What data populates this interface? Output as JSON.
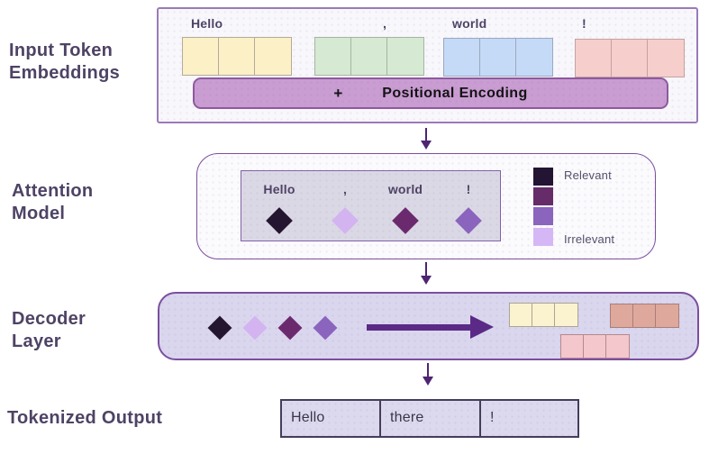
{
  "labels": {
    "input": {
      "line1": "Input Token",
      "line2": "Embeddings"
    },
    "attention": {
      "line1": "Attention",
      "line2": "Model"
    },
    "decoder": {
      "line1": "Decoder",
      "line2": "Layer"
    },
    "output": "Tokenized Output"
  },
  "panels": {
    "input": {
      "fill": "#f8f7fc",
      "border": "#9b7ab8"
    },
    "attention": {
      "fill": "#fbfafd",
      "border": "#7b4f9e"
    },
    "attention_inner": {
      "fill": "#dbd8e5",
      "border": "#7e62a5"
    },
    "decoder": {
      "fill": "#d9d6ee",
      "border": "#7b4f9e"
    }
  },
  "input_embeddings": {
    "tokens": [
      {
        "text": "Hello",
        "fill": "#fbf0c6",
        "border": "#b3ab9b"
      },
      {
        "text": ",",
        "fill": "#d6e9d2",
        "border": "#a4b69f"
      },
      {
        "text": "world",
        "fill": "#c4daf6",
        "border": "#9ba9bf"
      },
      {
        "text": "!",
        "fill": "#f6cecb",
        "border": "#c2a3a1"
      }
    ],
    "positional_encoding": {
      "operator": "+",
      "text": "Positional Encoding",
      "fill": "#c99cd2",
      "border": "#8d5a9e"
    }
  },
  "attention_model": {
    "tokens": [
      {
        "text": "Hello",
        "color": "#241531"
      },
      {
        "text": ",",
        "color": "#d3b3f0"
      },
      {
        "text": "world",
        "color": "#6c2a6e"
      },
      {
        "text": "!",
        "color": "#8a64bd"
      }
    ],
    "legend": {
      "colors": [
        "#231433",
        "#662c69",
        "#8a64bd",
        "#d6b7f5"
      ],
      "top_label": "Relevant",
      "bottom_label": "Irrelevant"
    }
  },
  "decoder_layer": {
    "diamonds": [
      "#241531",
      "#d3b3f0",
      "#6c2a6e",
      "#8a64bd"
    ],
    "arrow_color": "#5b2a86",
    "blocks": [
      {
        "fill": "#fbf3cf",
        "border": "#aba593"
      },
      {
        "fill": "#dfa89c",
        "border": "#a87f77"
      },
      {
        "fill": "#f4c7cd",
        "border": "#b4898f"
      }
    ]
  },
  "tokenized_output": {
    "cells": [
      "Hello",
      "there",
      "!"
    ],
    "fill": "#dcd9ee",
    "border": "#453d5a",
    "text_color": "#3b3548"
  },
  "flow_arrow_color": "#4e2473",
  "label_color": "#4e4365"
}
